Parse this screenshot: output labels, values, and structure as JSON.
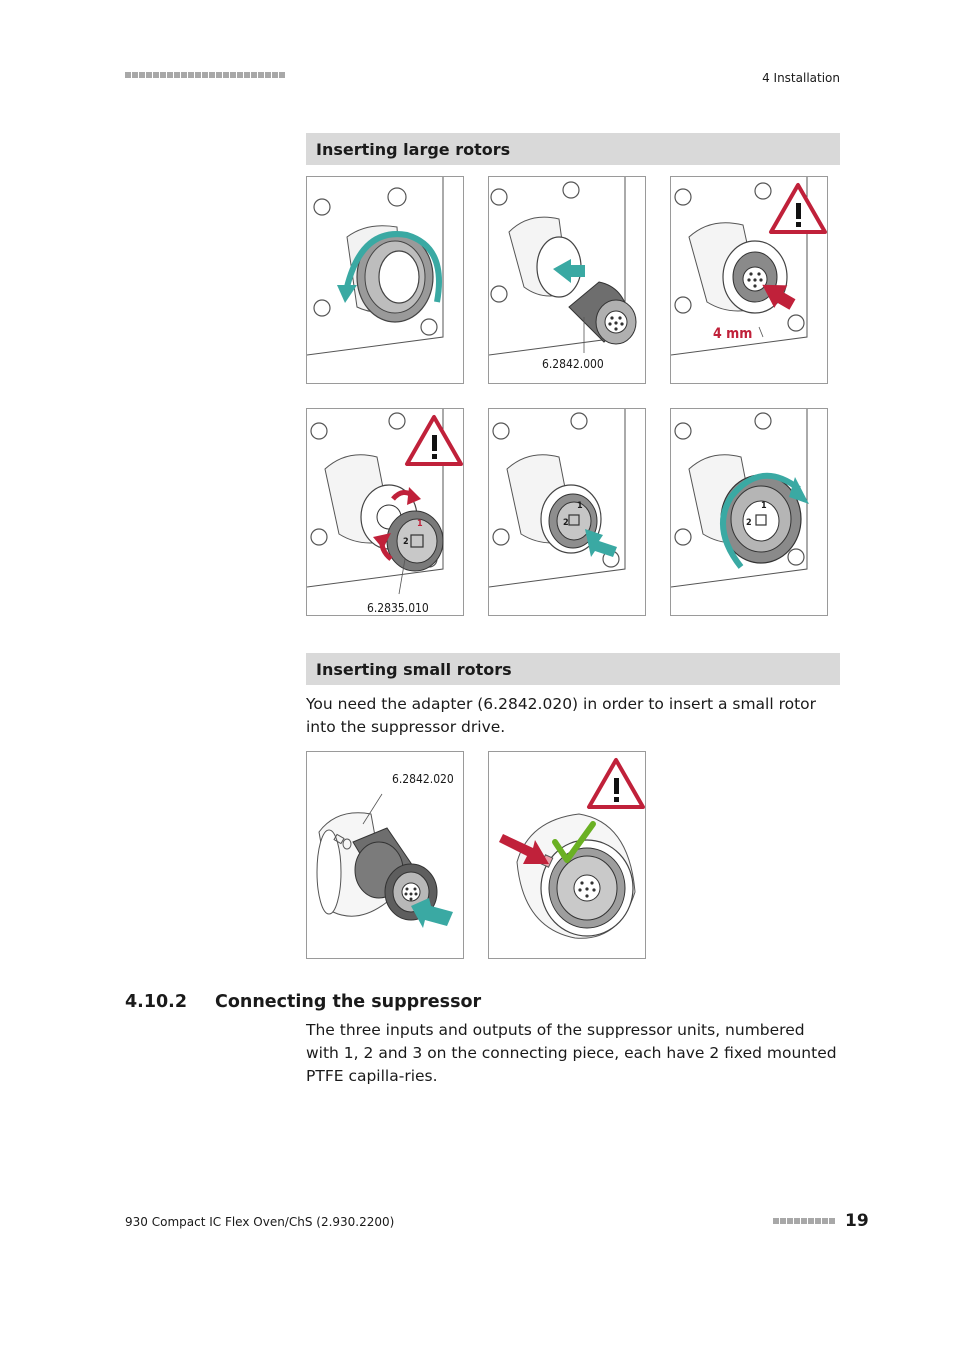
{
  "header": {
    "section": "4 Installation"
  },
  "large_rotors": {
    "title": "Inserting large rotors",
    "labels": {
      "panel2": "6.2842.000",
      "panel3": "4 mm",
      "panel4": "6.2835.010",
      "panel4_num1": "1",
      "panel4_num2": "2",
      "panel5_num1": "1",
      "panel5_num2": "2",
      "panel6_num1": "1",
      "panel6_num2": "2"
    }
  },
  "small_rotors": {
    "title": "Inserting small rotors",
    "text": "You need the adapter (6.2842.020) in order to insert a small rotor into the suppressor drive.",
    "labels": {
      "panel1": "6.2842.020"
    }
  },
  "section_4_10_2": {
    "number": "4.10.2",
    "title": "Connecting the suppressor",
    "text": "The three inputs and outputs of the suppressor units, numbered with 1, 2 and 3 on the connecting piece, each have 2 fixed mounted PTFE capilla-ries."
  },
  "footer": {
    "doc_title": "930 Compact IC Flex Oven/ChS (2.930.2200)",
    "page": "19"
  },
  "colors": {
    "teal": "#3aa9a3",
    "red": "#c0213a",
    "green": "#6ab023",
    "bar": "#d9d9d9"
  }
}
